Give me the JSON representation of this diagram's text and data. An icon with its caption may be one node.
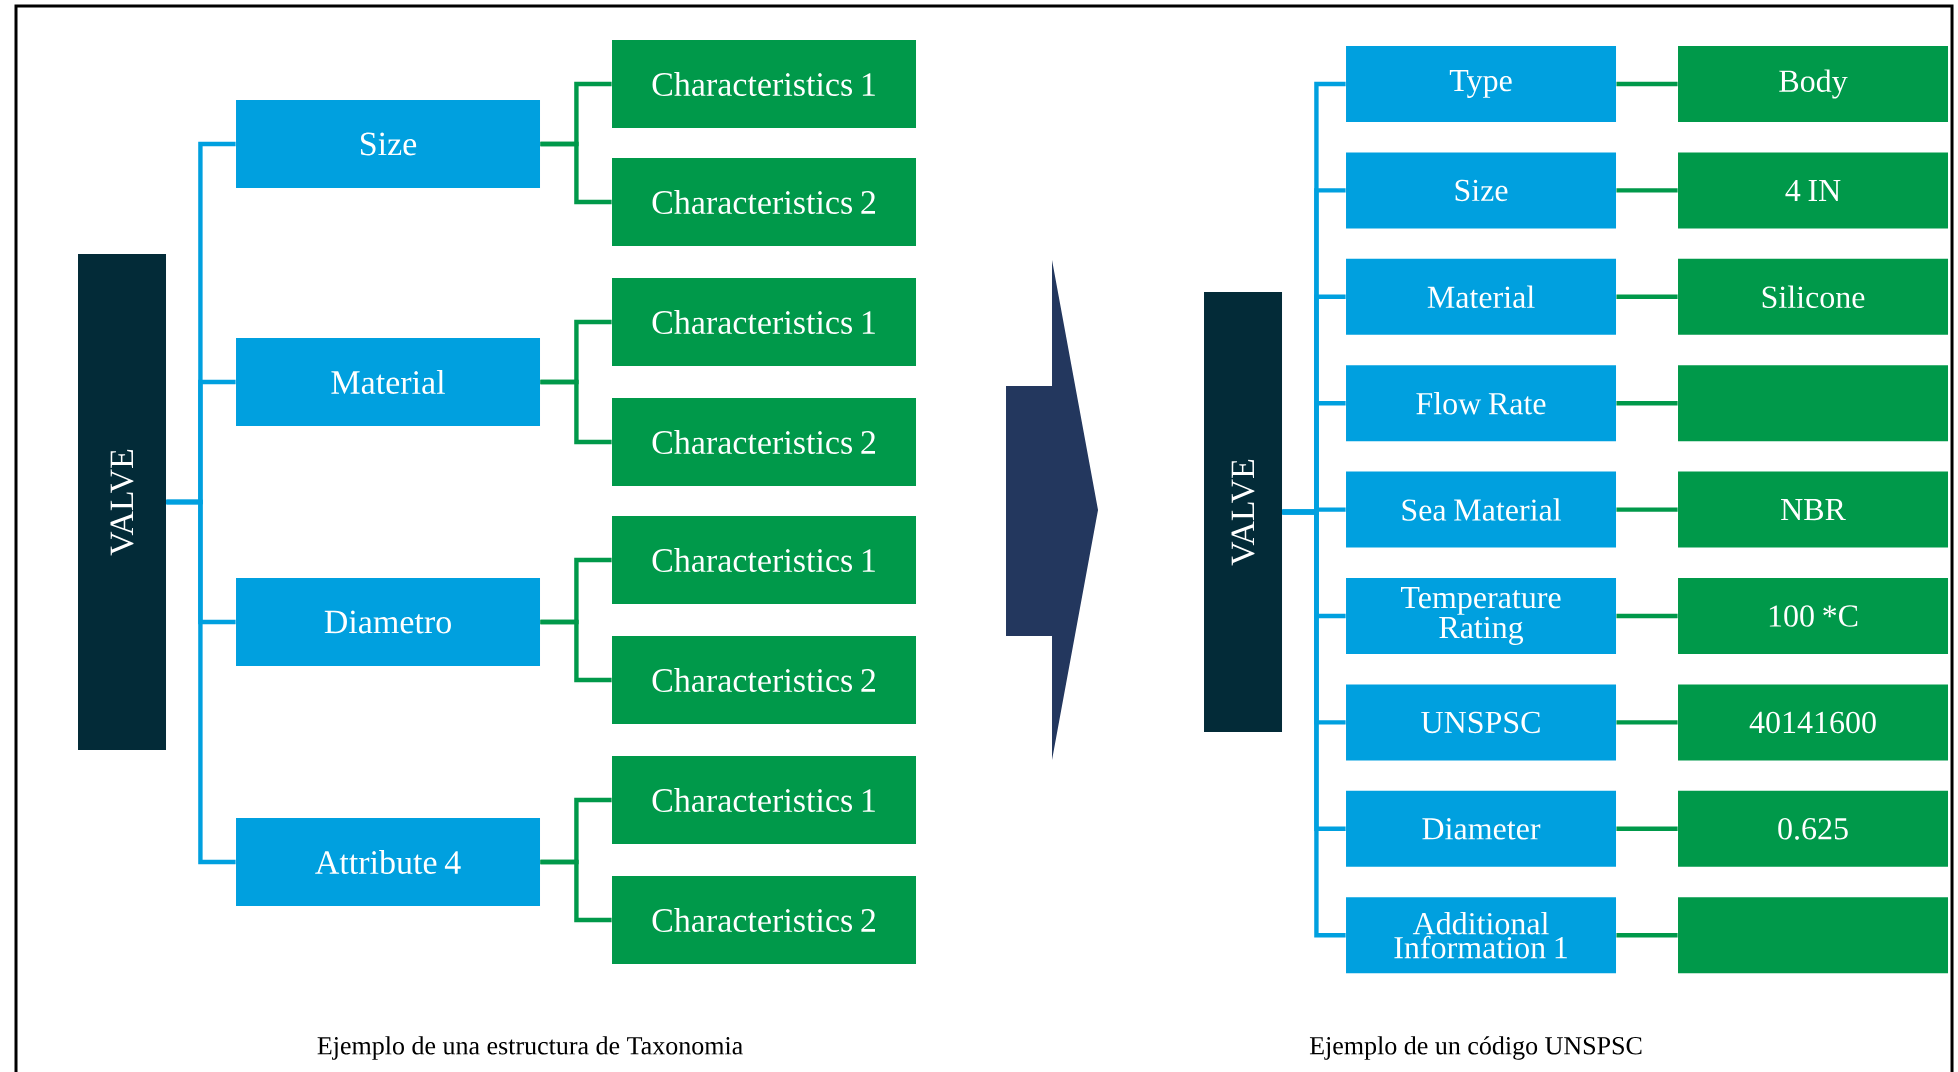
{
  "diagram": {
    "nodes": [
      {
        "text": [
          "VALVE"
        ]
      },
      {
        "text": [
          "Size"
        ]
      },
      {
        "text": [
          "Material"
        ]
      },
      {
        "text": [
          "Diametro"
        ]
      },
      {
        "text": [
          "Attribute 4"
        ]
      },
      {
        "text": [
          "Characteristics 1"
        ]
      },
      {
        "text": [
          "Characteristics 2"
        ]
      },
      {
        "text": [
          "Characteristics 1"
        ]
      },
      {
        "text": [
          "Characteristics 2"
        ]
      },
      {
        "text": [
          "Characteristics 1"
        ]
      },
      {
        "text": [
          "Characteristics 2"
        ]
      },
      {
        "text": [
          "Characteristics 1"
        ]
      },
      {
        "text": [
          "Characteristics 2"
        ]
      },
      {
        "text": [
          "VALVE"
        ]
      },
      {
        "text": [
          "Type"
        ]
      },
      {
        "text": [
          "Size"
        ]
      },
      {
        "text": [
          "Material"
        ]
      },
      {
        "text": [
          "Flow Rate"
        ]
      },
      {
        "text": [
          "Sea Material"
        ]
      },
      {
        "text": [
          "Temperature Rating"
        ]
      },
      {
        "text": [
          "UNSPSC"
        ]
      },
      {
        "text": [
          "Diameter"
        ]
      },
      {
        "text": [
          "Additional Information 1"
        ]
      },
      {
        "text": [
          "Body"
        ]
      },
      {
        "text": [
          "4 IN"
        ]
      },
      {
        "text": [
          "Silicone"
        ]
      },
      {
        "text": [],
        "shape": "box"
      },
      {
        "text": [
          "NBR"
        ]
      },
      {
        "text": [
          "100 *C"
        ]
      },
      {
        "text": [
          "40141600"
        ]
      },
      {
        "text": [
          "0.625"
        ]
      },
      {
        "text": [],
        "shape": "box"
      }
    ],
    "edges": [
      {
        "from": 0,
        "to": 1,
        "arrow": "none",
        "color": "#00a0df"
      },
      {
        "from": 0,
        "to": 2,
        "arrow": "none",
        "color": "#00a0df"
      },
      {
        "from": 0,
        "to": 3,
        "arrow": "none",
        "color": "#00a0df"
      },
      {
        "from": 0,
        "to": 4,
        "arrow": "none",
        "color": "#00a0df"
      },
      {
        "from": 1,
        "to": 5,
        "arrow": "none"
      },
      {
        "from": 1,
        "to": 6,
        "arrow": "none"
      },
      {
        "from": 2,
        "to": 7,
        "arrow": "none"
      },
      {
        "from": 2,
        "to": 8,
        "arrow": "none"
      },
      {
        "from": 3,
        "to": 9,
        "arrow": "none"
      },
      {
        "from": 3,
        "to": 10,
        "arrow": "none"
      },
      {
        "from": 4,
        "to": 11,
        "arrow": "none"
      },
      {
        "from": 4,
        "to": 12,
        "arrow": "none"
      },
      {
        "from": 13,
        "to": 14,
        "arrow": "none",
        "color": "#00a0df"
      },
      {
        "from": 13,
        "to": 15,
        "arrow": "none",
        "color": "#00a0df"
      },
      {
        "from": 13,
        "to": 16,
        "arrow": "none",
        "color": "#00a0df"
      },
      {
        "from": 13,
        "to": 17,
        "arrow": "none",
        "color": "#00a0df"
      },
      {
        "from": 13,
        "to": 18,
        "arrow": "none",
        "color": "#00a0df"
      },
      {
        "from": 13,
        "to": 19,
        "arrow": "none",
        "color": "#00a0df"
      },
      {
        "from": 13,
        "to": 20,
        "arrow": "none",
        "color": "#00a0df"
      },
      {
        "from": 13,
        "to": 21,
        "arrow": "none",
        "color": "#00a0df"
      },
      {
        "from": 13,
        "to": 22,
        "arrow": "none",
        "color": "#00a0df"
      },
      {
        "from": 14,
        "to": 23,
        "arrow": "none"
      },
      {
        "from": 15,
        "to": 24,
        "arrow": "none"
      },
      {
        "from": 16,
        "to": 25,
        "arrow": "none"
      },
      {
        "from": 17,
        "to": 26,
        "arrow": "none"
      },
      {
        "from": 18,
        "to": 27,
        "arrow": "none"
      },
      {
        "from": 19,
        "to": 28,
        "arrow": "none"
      },
      {
        "from": 20,
        "to": 29,
        "arrow": "none"
      },
      {
        "from": 21,
        "to": 30,
        "arrow": "none"
      },
      {
        "from": 22,
        "to": 31,
        "arrow": "none"
      }
    ],
    "labels": [
      "Ejemplo de una estructura de Taxonomia",
      "Ejemplo de un código UNSPSC"
    ]
  }
}
